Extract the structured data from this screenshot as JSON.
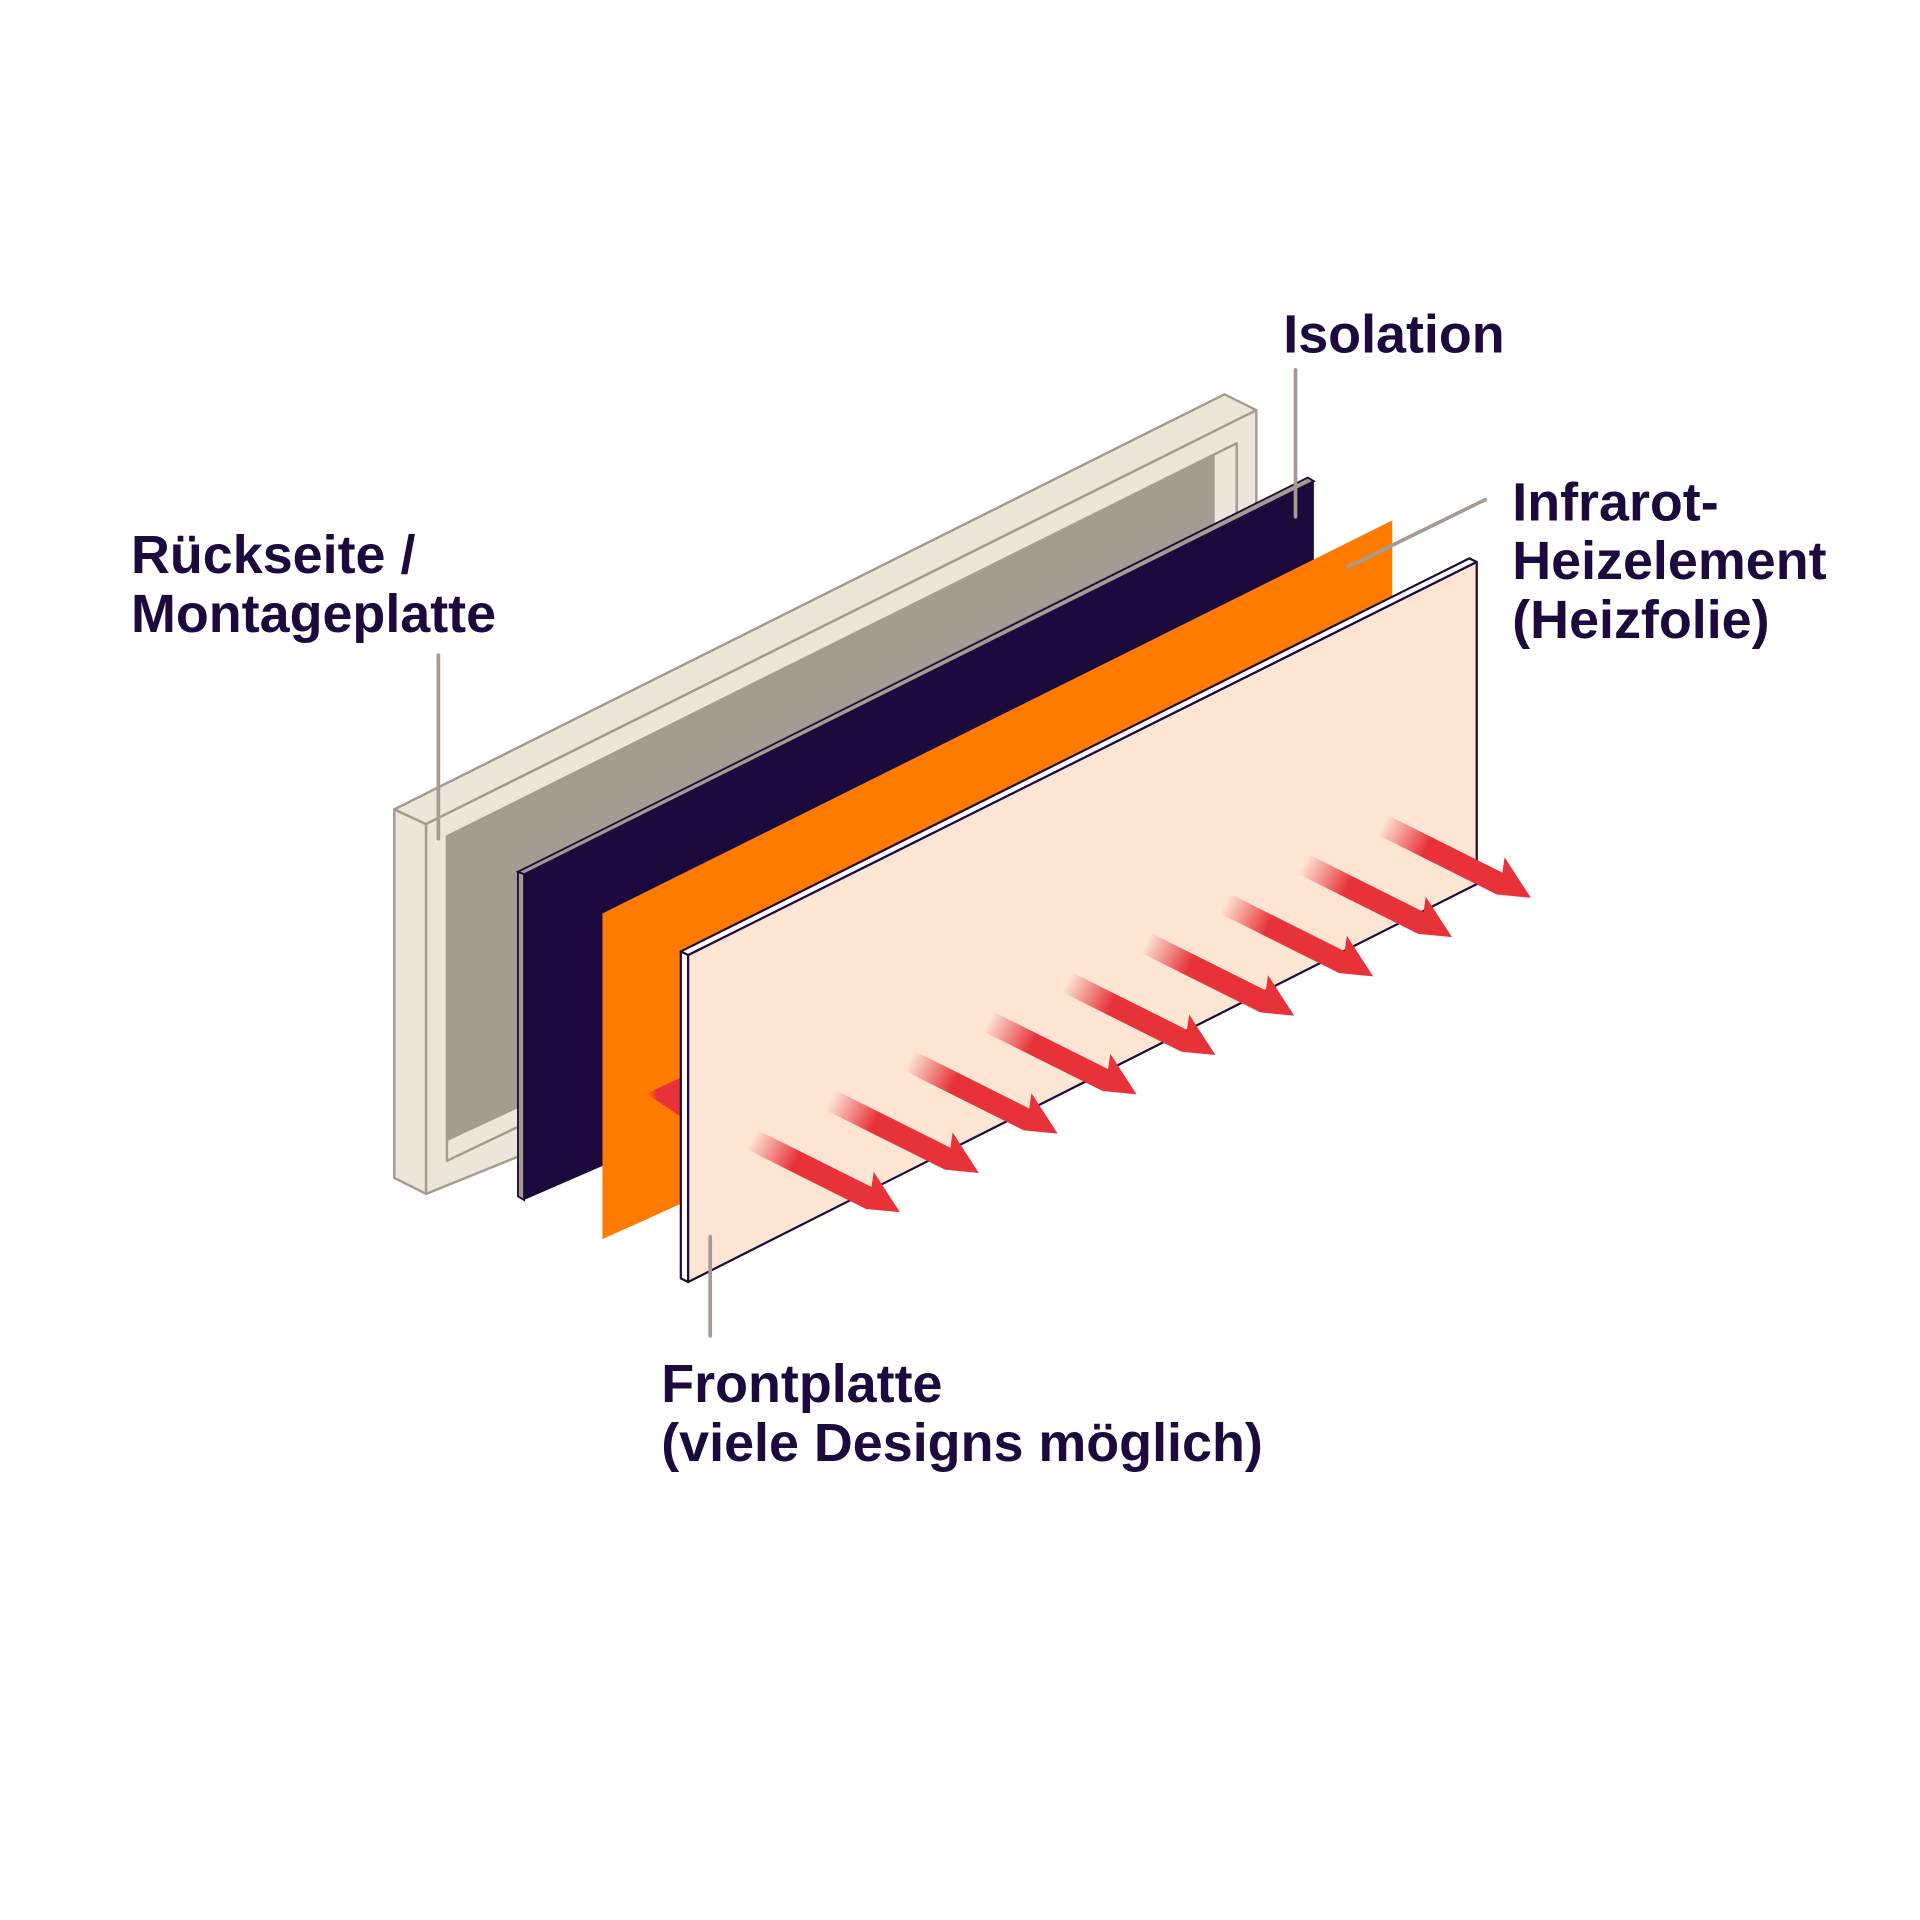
{
  "labels": {
    "back": [
      "Rückseite /",
      "Montageplatte"
    ],
    "isolation": [
      "Isolation"
    ],
    "heater": [
      "Infrarot-",
      "Heizelement",
      "(Heizfolie)"
    ],
    "front": [
      "Frontplatte",
      "(viele Designs möglich)"
    ]
  },
  "colors": {
    "text": "#1c0a3f",
    "frame": "#ede4da",
    "frame_stroke": "#a59b91",
    "back_inner": "#a59b91",
    "isolation": "#1c0a3f",
    "heater": "#ff7b00",
    "front": "#fde5d3",
    "arrow": "#e8323a",
    "leader": "#a59b91"
  },
  "arrow_count": 9
}
